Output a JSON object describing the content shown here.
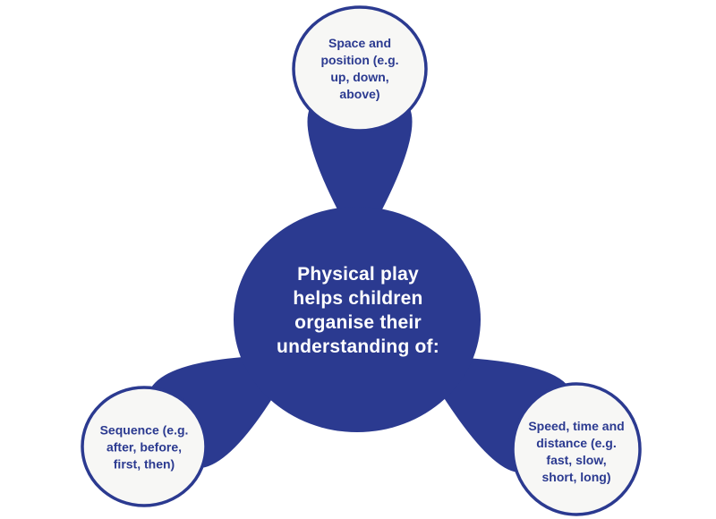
{
  "diagram": {
    "center": {
      "lines": [
        "Physical play",
        "helps children",
        "organise their",
        "understanding of:"
      ]
    },
    "nodes": [
      {
        "id": "top",
        "lines": [
          "Space and",
          "position (e.g.",
          "up, down,",
          "above)"
        ]
      },
      {
        "id": "left",
        "lines": [
          "Sequence (e.g.",
          "after, before,",
          "first, then)"
        ]
      },
      {
        "id": "right",
        "lines": [
          "Speed, time and",
          "distance (e.g.",
          "fast, slow,",
          "short, long)"
        ]
      }
    ]
  },
  "colors": {
    "primary": "#2b3a90",
    "node_fill": "#f7f7f5",
    "node_text": "#2b3a90",
    "center_text": "#ffffff",
    "background": "#ffffff"
  }
}
